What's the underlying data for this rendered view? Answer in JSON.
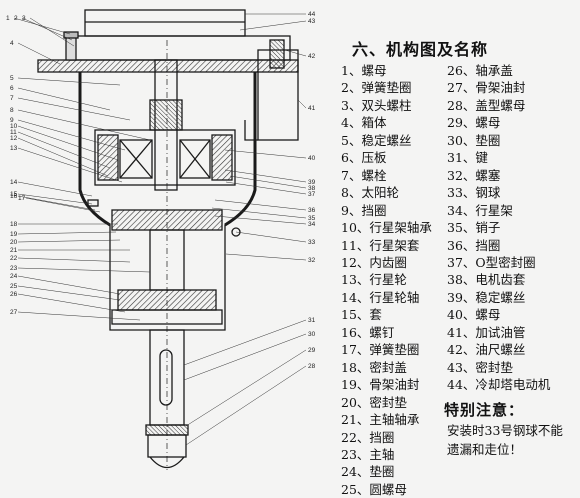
{
  "heading": "六、机构图及名称",
  "parts_col1": [
    "1、螺母",
    "2、弹簧垫圈",
    "3、双头螺柱",
    "4、箱体",
    "5、稳定螺丝",
    "6、压板",
    "7、螺栓",
    "8、太阳轮",
    "9、挡圈",
    "10、行星架轴承",
    "11、行星架套",
    "12、内齿圈",
    "13、行星轮",
    "14、行星轮轴",
    "15、套",
    "16、螺钉",
    "17、弹簧垫圈",
    "18、密封盖",
    "19、骨架油封",
    "20、密封垫",
    "21、主轴轴承",
    "22、挡圈",
    "23、主轴",
    "24、垫圈",
    "25、圆螺母"
  ],
  "parts_col2": [
    "26、轴承盖",
    "27、骨架油封",
    "28、盖型螺母",
    "29、螺母",
    "30、垫圈",
    "31、键",
    "32、螺塞",
    "33、钢球",
    "34、行星架",
    "35、销子",
    "36、挡圈",
    "37、O型密封圈",
    "38、电机齿套",
    "39、稳定螺丝",
    "40、螺母",
    "41、加试油管",
    "42、油尺螺丝",
    "43、密封垫",
    "44、冷却塔电动机"
  ],
  "note": {
    "title": "特别注意：",
    "line1": "安装时33号钢球不能",
    "line2": "遗漏和走位！"
  },
  "callouts_left": [
    "1",
    "2",
    "3",
    "4",
    "5",
    "6",
    "7",
    "8",
    "9",
    "10",
    "11",
    "12",
    "13",
    "14",
    "15",
    "16",
    "17",
    "18",
    "19",
    "20",
    "21",
    "22",
    "23",
    "24",
    "25",
    "26",
    "27"
  ],
  "callouts_right": [
    "44",
    "43",
    "42",
    "41",
    "40",
    "39",
    "38",
    "37",
    "36",
    "35",
    "34",
    "33",
    "32",
    "31",
    "30",
    "29",
    "28"
  ],
  "colors": {
    "background": "#f4f4f3",
    "line": "#1a1a1a",
    "hatch": "#444444"
  }
}
